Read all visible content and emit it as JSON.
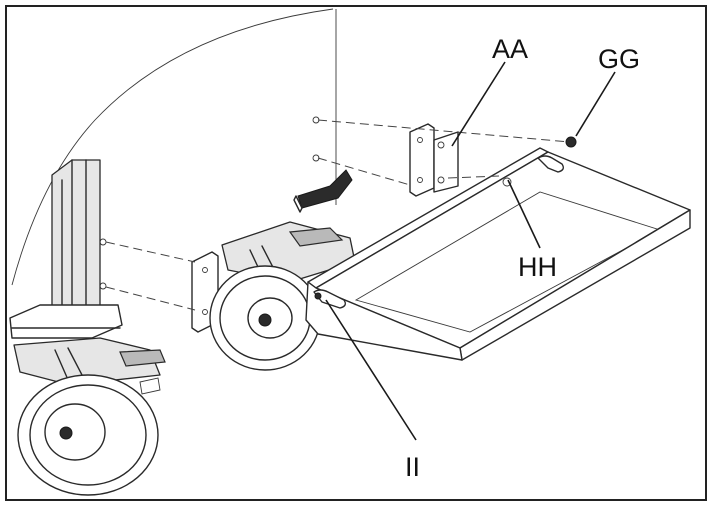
{
  "figure": {
    "labels": {
      "aa": "AA",
      "gg": "GG",
      "hh": "HH",
      "ii": "II"
    }
  }
}
